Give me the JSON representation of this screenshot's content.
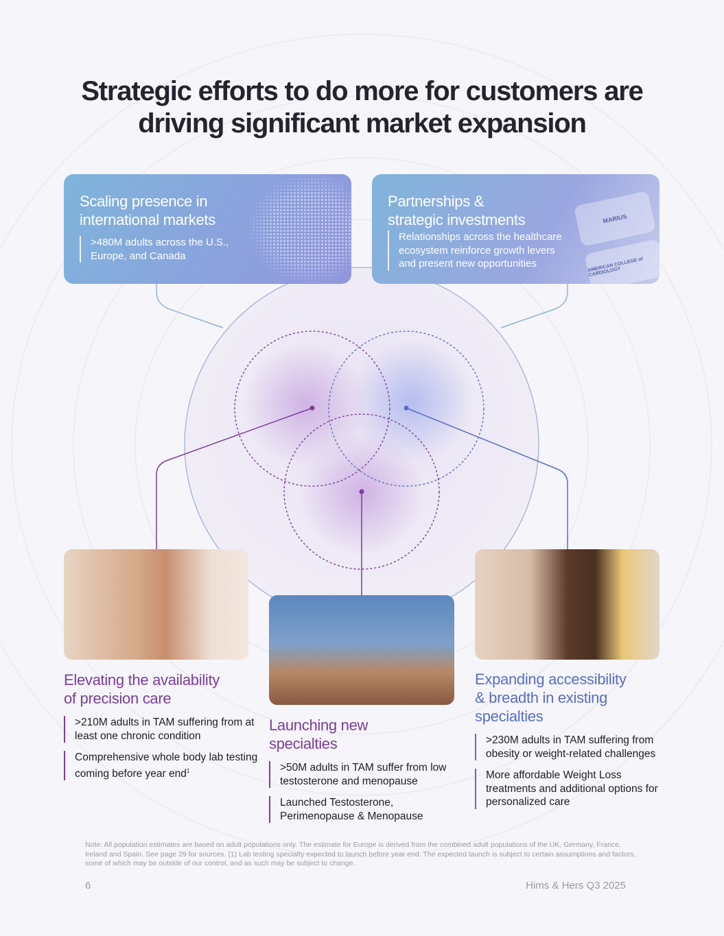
{
  "title_line1": "Strategic efforts to do more for customers are",
  "title_line2": "driving significant market expansion",
  "cards": [
    {
      "title_line1": "Scaling presence in",
      "title_line2": "international markets",
      "body_line1": ">480M adults across the U.S.,",
      "body_line2": "Europe, and Canada"
    },
    {
      "title_line1": "Partnerships &",
      "title_line2": "strategic investments",
      "body_line1": "Relationships across the healthcare",
      "body_line2": "ecosystem reinforce growth levers",
      "body_line3": "and present new opportunities",
      "logos": [
        "MARIUS",
        "AMERICAN COLLEGE of CARDIOLOGY"
      ]
    }
  ],
  "sections": [
    {
      "title_line1": "Elevating the availability",
      "title_line2": "of precision care",
      "bullets": [
        ">210M adults in TAM suffering from at least one chronic condition",
        "Comprehensive whole body lab testing coming before year end"
      ],
      "footnote_mark": "1"
    },
    {
      "title_line1": "Launching new",
      "title_line2": "specialties",
      "bullets": [
        ">50M adults in TAM suffer from low testosterone and menopause",
        "Launched Testosterone, Perimenopause & Menopause"
      ]
    },
    {
      "title_line1": "Expanding accessibility",
      "title_line2": "& breadth in existing",
      "title_line3": "specialties",
      "bullets": [
        ">230M adults in TAM suffering from obesity or weight-related challenges",
        "More affordable Weight Loss treatments and additional options for personalized care"
      ]
    }
  ],
  "colors": {
    "purple": "#7b3d98",
    "blue": "#566fc6",
    "background": "#f6f5f9"
  },
  "note": "Note: All population estimates are based on adult populations only. The estimate for Europe is derived from the combined adult populations of the UK, Germany, France, Ireland and Spain. See page 29 for sources. (1) Lab testing specialty expected to launch before year end. The expected launch is subject to certain assumptions and factors, some of which may be outside of our control, and as such may be subject to change.",
  "page_number": "6",
  "brand": "Hims & Hers Q3 2025"
}
